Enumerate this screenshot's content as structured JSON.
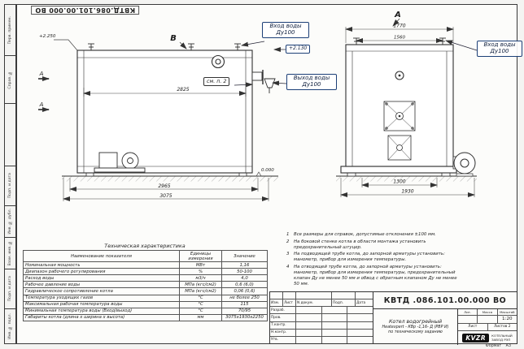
{
  "doc": {
    "code_top": "КВТД.086.101.00.000 ВО",
    "format_label": "Формат",
    "format_value": "А3"
  },
  "drawing": {
    "view_b_label": "В",
    "view_a_label": "А",
    "section_mark": "А",
    "callout_see_note": "см. п. 2",
    "elev_top": "+2.250",
    "elev_inlet": "+2.130",
    "elev_zero": "0.000",
    "inlet_line1": "Вход воды",
    "inlet_line2": "Ду100",
    "outlet_line1": "Выход воды",
    "outlet_line2": "Ду100",
    "dim_2825": "2825",
    "dim_2965": "2965",
    "dim_3075": "3075",
    "dim_1770": "1770",
    "dim_1560": "1560",
    "dim_1300": "1300",
    "dim_1930": "1930"
  },
  "tech": {
    "title": "Техническая характеристика",
    "h_name": "Наименование показателя",
    "h_units": "Единицы измерения",
    "h_value": "Значение",
    "rows": [
      [
        "Номинальная мощность",
        "МВт",
        "1,16"
      ],
      [
        "Диапазон рабочего регулирования",
        "%",
        "50-100"
      ],
      [
        "Расход воды",
        "м3/ч",
        "4,0"
      ],
      [
        "Рабочее давление воды",
        "МПа (кгс/см2)",
        "0,6 (6,0)"
      ],
      [
        "Гидравлическое сопротивление котла",
        "МПа (кгс/см2)",
        "0,06 (0,6)"
      ],
      [
        "Температура уходящих газов",
        "°С",
        "не более 250"
      ],
      [
        "Максимальная рабочая температура воды",
        "°С",
        "115"
      ],
      [
        "Минимальная температура воды (Вход/выход)",
        "°С",
        "70/95"
      ],
      [
        "Габариты котла (длина х ширина х высота)",
        "мм",
        "3075х1930х2250"
      ]
    ]
  },
  "notes": [
    {
      "n": "1",
      "t": "Все размеры для справок, допустимые отклонения ±100 мм."
    },
    {
      "n": "2",
      "t": "На боковой стенке котла в области монтажа установить предохранительный штуцер."
    },
    {
      "n": "3",
      "t": "На подводящей трубе котла, до запорной арматуры установить: манометр, прибор для измерения температуры."
    },
    {
      "n": "4",
      "t": "На отводящей трубе котла, до запорной арматуры установить: манометр, прибор для измерения температуры, предохранительный клапан Ду не менее 50 мм и обвод с обратным клапаном Ду не менее 50 мм."
    }
  ],
  "title_block": {
    "code": "КВТД .086.101.00.000  ВО",
    "product_line1": "Котел водогрейный",
    "product_line2": "Heatexpert - КВр -1,16- Д (РВР И)",
    "product_line3": "по техническому заданию",
    "col_izm": "Изм.",
    "col_list": "Лист",
    "col_doc": "N докум.",
    "col_sign": "Подп.",
    "col_date": "Дата",
    "roles": [
      "Разраб.",
      "Пров.",
      "Т.контр.",
      "Н.контр.",
      "Утв."
    ],
    "lit_label": "Лит.",
    "mass_label": "Масса",
    "scale_label": "Масштаб",
    "scale_value": "1:20",
    "sheet_label": "Лист",
    "sheets_label": "Листов",
    "sheets_value": "2",
    "logo_text": "KVZR",
    "company_line1": "КОТЕЛЬНЫЙ",
    "company_line2": "ЗАВОД РЭП"
  },
  "margins": [
    "Перв. примен.",
    "Справ. №",
    "Подп. и дата",
    "Инв. № дубл.",
    "Взам. инв. №",
    "Подп. и дата",
    "Инв. № подл."
  ]
}
